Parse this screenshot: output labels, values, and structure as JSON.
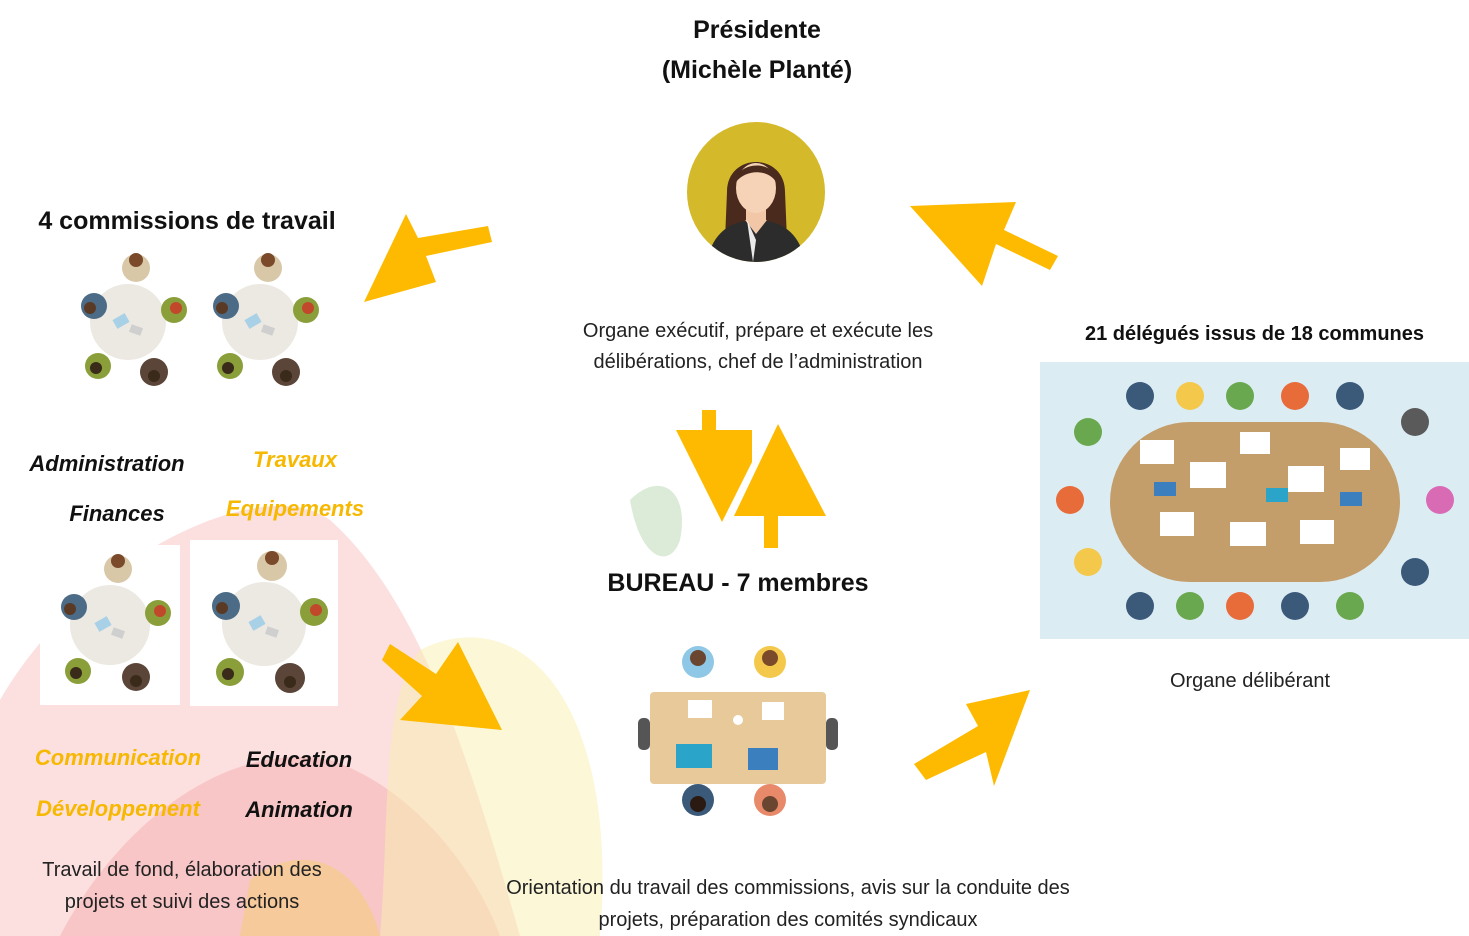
{
  "president": {
    "title": "Présidente",
    "name": "(Michèle Planté)",
    "description_line1": "Organe exécutif, prépare et exécute les",
    "description_line2": "délibérations, chef de l’administration"
  },
  "commissions": {
    "title": "4 commissions de travail",
    "groups": [
      {
        "line1": "Administration",
        "line2": "Finances",
        "color": "#111111"
      },
      {
        "line1": "Travaux",
        "line2": "Equipements",
        "color": "#f6b800"
      },
      {
        "line1": "Communication",
        "line2": "Développement",
        "color": "#f6b800"
      },
      {
        "line1": "Education",
        "line2": "Animation",
        "color": "#111111"
      }
    ],
    "description_line1": "Travail de fond, élaboration des",
    "description_line2": "projets et suivi des actions"
  },
  "bureau": {
    "title": "BUREAU - 7 membres",
    "description_line1": "Orientation du travail des commissions, avis sur la conduite des",
    "description_line2": "projets, préparation des comités syndicaux"
  },
  "delegates": {
    "title": "21 délégués issus de 18 communes",
    "description": "Organe délibérant"
  },
  "colors": {
    "arrow": "#fdba00",
    "avatar_bg": "#d4b92b",
    "accent_text": "#f6b800"
  },
  "icons": [
    "person-avatar-icon",
    "round-table-meeting-icon",
    "rectangular-table-meeting-icon",
    "oval-table-meeting-icon",
    "arrow-icon"
  ]
}
